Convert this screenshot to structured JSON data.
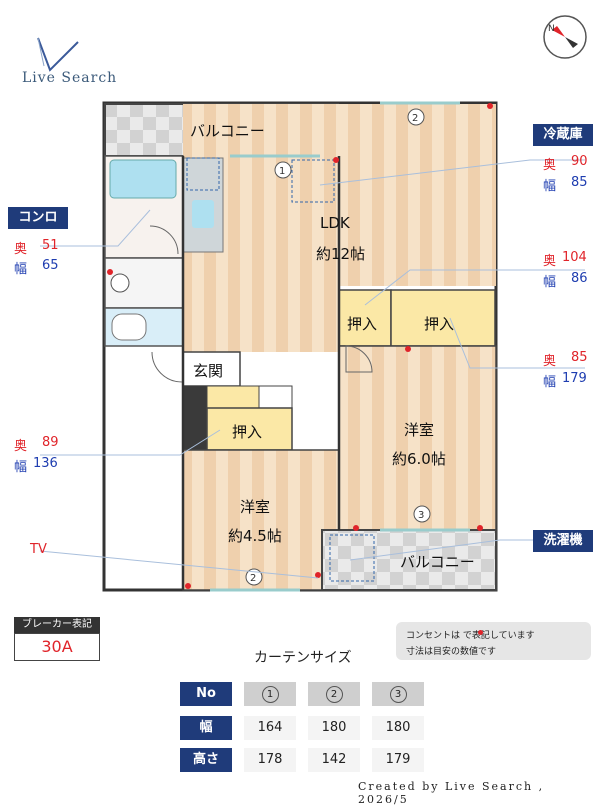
{
  "brand": {
    "name": "Live Search",
    "credit": "Created by Live Search , 2026/5"
  },
  "compass": {
    "north": "N"
  },
  "rooms": {
    "balcony_top": "バルコニー",
    "ldk": "LDK",
    "ldk_size": "約12帖",
    "genkan": "玄関",
    "oshiire_a": "押入",
    "oshiire_b": "押入",
    "oshiire_c": "押入",
    "yoshitsu_right": "洋室",
    "yoshitsu_right_size": "約6.0帖",
    "yoshitsu_left": "洋室",
    "yoshitsu_left_size": "約4.5帖",
    "balcony_bottom": "バルコニー"
  },
  "markers": {
    "w1": "1",
    "w2": "2",
    "w3": "3"
  },
  "callouts": {
    "konro": {
      "title": "コンロ",
      "depth_label": "奥",
      "depth": "51",
      "width_label": "幅",
      "width": "65"
    },
    "reizoko": {
      "title": "冷蔵庫",
      "depth_label": "奥",
      "depth": "90",
      "width_label": "幅",
      "width": "85"
    },
    "oshi104": {
      "depth_label": "奥",
      "depth": "104",
      "width_label": "幅",
      "width": "86"
    },
    "oshi85": {
      "depth_label": "奥",
      "depth": "85",
      "width_label": "幅",
      "width": "179"
    },
    "oshi89": {
      "depth_label": "奥",
      "depth": "89",
      "width_label": "幅",
      "width": "136"
    },
    "tv": {
      "label": "TV"
    },
    "sentakuki": {
      "title": "洗濯機"
    }
  },
  "breaker": {
    "title": "ブレーカー表記",
    "value": "30A"
  },
  "note": {
    "line1": "コンセントは  で表記しています",
    "line2": "寸法は目安の数値です"
  },
  "curtain": {
    "title": "カーテンサイズ",
    "header_label": "No",
    "row_width_label": "幅",
    "row_height_label": "高さ",
    "columns": [
      {
        "no": "1",
        "width": "164",
        "height": "178"
      },
      {
        "no": "2",
        "width": "180",
        "height": "142"
      },
      {
        "no": "3",
        "width": "180",
        "height": "179"
      }
    ]
  },
  "colors": {
    "navy": "#1f3b7a",
    "red": "#e0242a",
    "blue": "#1e3db0",
    "floor": "#f3dcc0"
  }
}
